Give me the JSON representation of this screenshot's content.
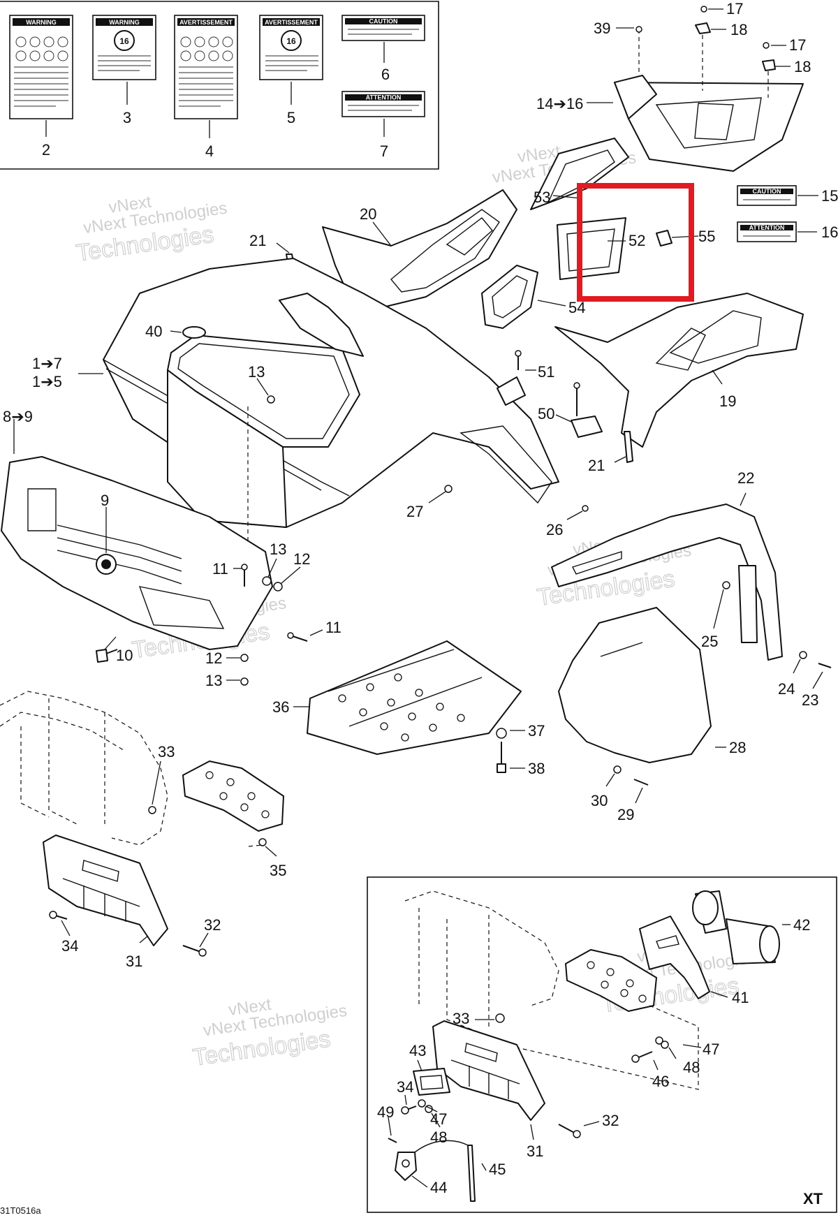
{
  "diagram": {
    "callouts": {
      "c2": "2",
      "c3": "3",
      "c4": "4",
      "c5": "5",
      "c6": "6",
      "c7": "7",
      "c17a": "17",
      "c18a": "18",
      "c39": "39",
      "c17b": "17",
      "c18b": "18",
      "c14_16": "14➔16",
      "c53": "53",
      "c52": "52",
      "c55": "55",
      "c15": "15",
      "c16": "16",
      "c20": "20",
      "c21a": "21",
      "c54": "54",
      "c40": "40",
      "c1_7": "1➔7",
      "c1_5": "1➔5",
      "c13a": "13",
      "c51": "51",
      "c19": "19",
      "c8_9": "8➔9",
      "c50": "50",
      "c21b": "21",
      "c22": "22",
      "c9": "9",
      "c27": "27",
      "c26": "26",
      "c11a": "11",
      "c13b": "13",
      "c12a": "12",
      "c11b": "11",
      "c10": "10",
      "c12b": "12",
      "c13c": "13",
      "c25": "25",
      "c24": "24",
      "c23": "23",
      "c36": "36",
      "c37": "37",
      "c38": "38",
      "c28": "28",
      "c30": "30",
      "c29": "29",
      "c33a": "33",
      "c35": "35",
      "c34a": "34",
      "c31a": "31",
      "c32a": "32",
      "c42": "42",
      "c41": "41",
      "c33b": "33",
      "c47a": "47",
      "c43": "43",
      "c48a": "48",
      "c46": "46",
      "c34b": "34",
      "c47b": "47",
      "c48b": "48",
      "c49": "49",
      "c32b": "32",
      "c31b": "31",
      "c45": "45",
      "c44": "44"
    },
    "inset_label": "XT",
    "figure_code": "31T0516a",
    "watermark": {
      "line1": "vNext",
      "line2": "vNext Technologies",
      "line3": "Technologies"
    },
    "sticker_titles": {
      "s2": "WARNING",
      "s3": "WARNING",
      "s4": "AVERTISSEMENT",
      "s5": "AVERTISSEMENT",
      "s6": "CAUTION",
      "s7": "ATTENTION",
      "s15": "CAUTION",
      "s16": "ATTENTION"
    },
    "age_badge": "16",
    "highlight_color": "#e11b22"
  }
}
